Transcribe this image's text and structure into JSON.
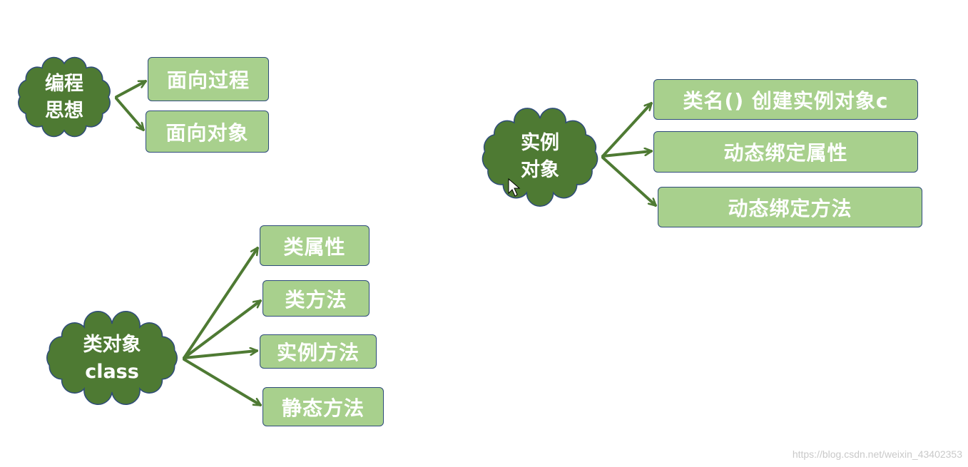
{
  "colors": {
    "cloud_fill": "#4e7a33",
    "cloud_outline": "#2e4b7a",
    "box_fill": "#a8d08d",
    "box_border": "#2e4b7a",
    "arrow": "#4e7a33",
    "text": "#ffffff"
  },
  "groups": {
    "programming": {
      "cloud_lines": [
        "编程",
        "思想"
      ],
      "items": [
        "面向过程",
        "面向对象"
      ]
    },
    "class_object": {
      "cloud_lines": [
        "类对象",
        "class"
      ],
      "items": [
        "类属性",
        "类方法",
        "实例方法",
        "静态方法"
      ]
    },
    "instance_object": {
      "cloud_lines": [
        "实例",
        "对象"
      ],
      "items": [
        "类名()  创建实例对象c",
        "动态绑定属性",
        "动态绑定方法"
      ]
    }
  },
  "watermark": "https://blog.csdn.net/weixin_43402353"
}
